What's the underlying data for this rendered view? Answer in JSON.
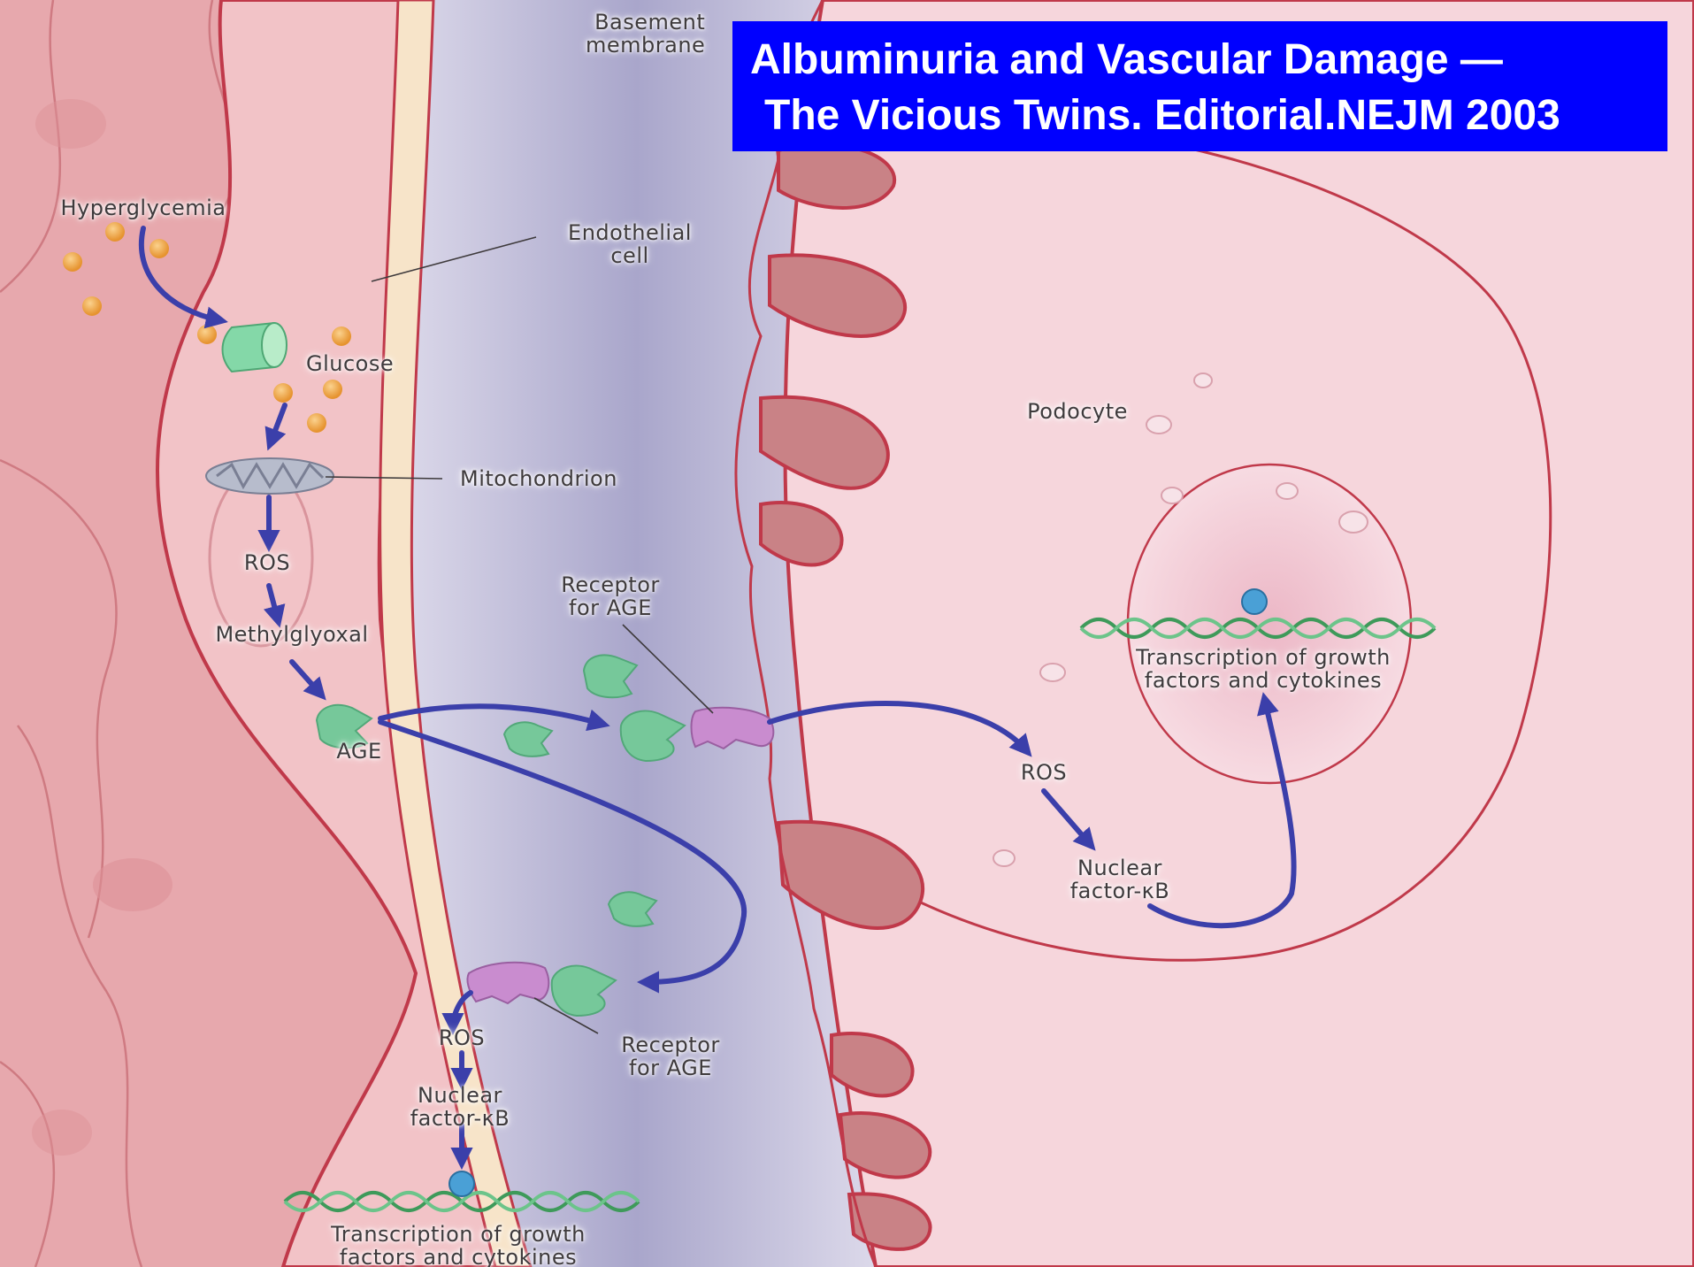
{
  "title": {
    "line1": "Albuminuria and Vascular Damage —",
    "line2": "The Vicious Twins. Editorial.NEJM 2003"
  },
  "labels": {
    "basement_membrane": [
      "Basement",
      "membrane"
    ],
    "hyperglycemia": "Hyperglycemia",
    "endothelial_cell": [
      "Endothelial",
      "cell"
    ],
    "glucose": "Glucose",
    "mitochondrion": "Mitochondrion",
    "ros_endothelial": "ROS",
    "methylglyoxal": "Methylglyoxal",
    "age": "AGE",
    "receptor_age_podocyte": [
      "Receptor",
      "for AGE"
    ],
    "receptor_age_endothelial": [
      "Receptor",
      "for AGE"
    ],
    "podocyte": "Podocyte",
    "ros_podocyte": "ROS",
    "nfkb_podocyte": [
      "Nuclear",
      "factor-κB"
    ],
    "transcription_podocyte": [
      "Transcription of growth",
      "factors and cytokines"
    ],
    "ros_lower": "ROS",
    "nfkb_lower": [
      "Nuclear",
      "factor-κB"
    ],
    "transcription_lower": [
      "Transcription of growth",
      "factors and cytokines"
    ]
  },
  "colors": {
    "title_background": "#0000ff",
    "title_text": "#ffffff",
    "arrow": "#3b3faa",
    "age_molecule": "#76c89a",
    "receptor": "#c98ccf",
    "glucose_dot": "#f0a94a",
    "membrane_line": "#c0394a",
    "basement_membrane": "#b7b4d4"
  }
}
